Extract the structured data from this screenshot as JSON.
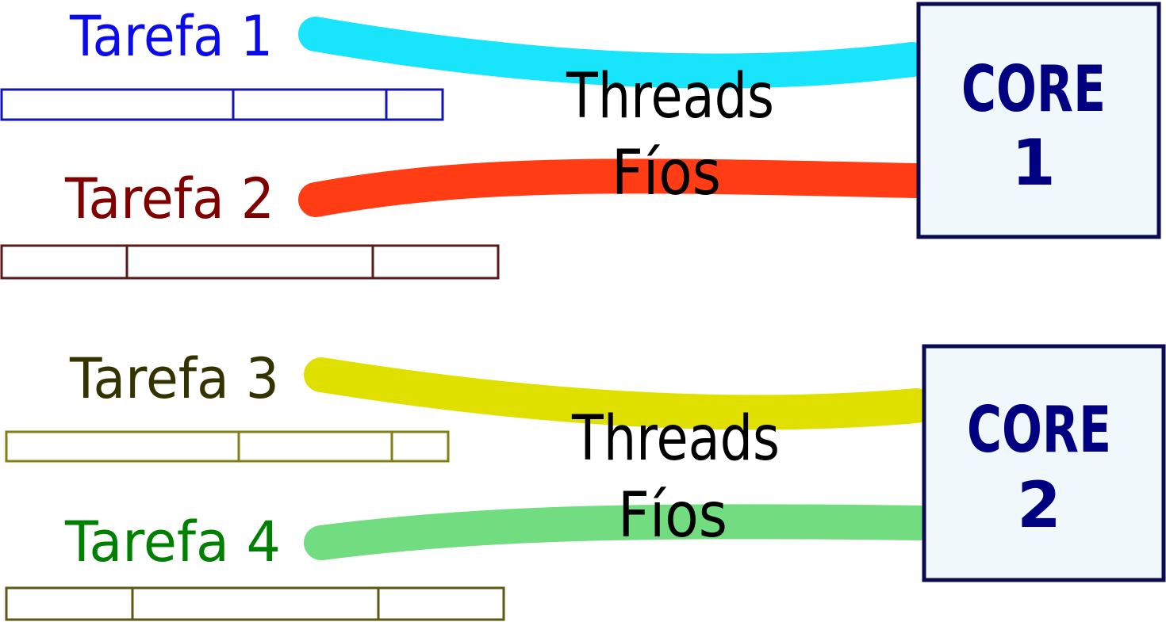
{
  "colors": {
    "task1_text": "#0a0aeb",
    "task2_text": "#800000",
    "task3_text": "#333300",
    "task4_text": "#008000",
    "bar1_stroke": "#1414b4",
    "bar2_stroke": "#5a1a1a",
    "bar3_stroke": "#808014",
    "bar4_stroke": "#5a5a14",
    "thread1": "#18e4fc",
    "thread2": "#ff3c14",
    "thread3": "#e0e000",
    "thread4": "#72dc80",
    "core_fill": "#f0f8fc",
    "core_stroke": "#0a0a50",
    "core_text": "#000080"
  },
  "tasks": [
    {
      "label": "Tarefa 1"
    },
    {
      "label": "Tarefa 2"
    },
    {
      "label": "Tarefa 3"
    },
    {
      "label": "Tarefa 4"
    }
  ],
  "groups": [
    {
      "threads_label": "Threads",
      "fios_label": "Fíos"
    },
    {
      "threads_label": "Threads",
      "fios_label": "Fíos"
    }
  ],
  "cores": [
    {
      "title": "CORE",
      "number": "1"
    },
    {
      "title": "CORE",
      "number": "2"
    }
  ]
}
